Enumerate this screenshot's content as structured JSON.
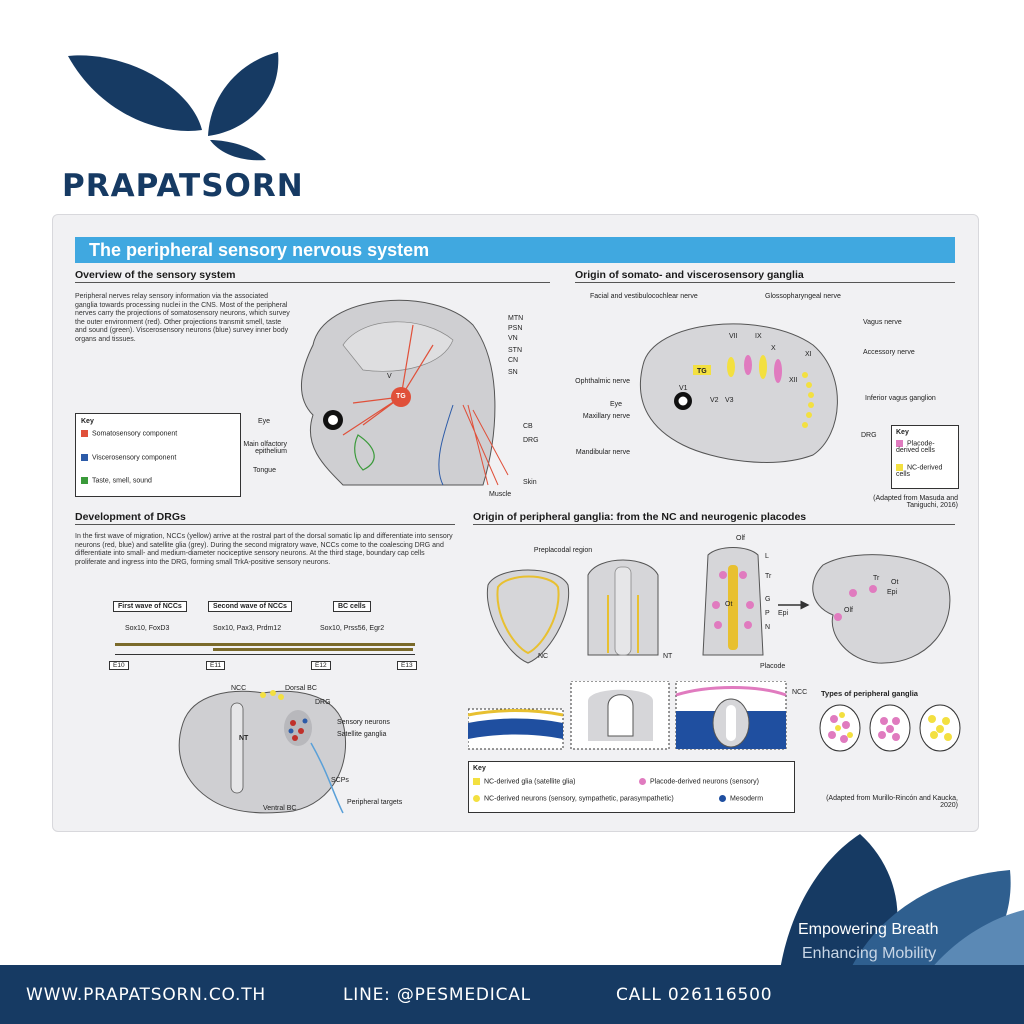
{
  "brand": {
    "name": "PRAPATSORN",
    "colors": {
      "navy": "#163a63",
      "mid": "#2f5f8f",
      "light": "#5b89b5"
    }
  },
  "poster": {
    "title": "The peripheral sensory nervous system",
    "overview": {
      "title": "Overview of the sensory system",
      "text": "Peripheral nerves relay sensory information via the associated ganglia towards processing nuclei in the CNS. Most of the peripheral nerves carry the projections of somatosensory neurons, which survey the outer environment (red). Other projections transmit smell, taste and sound (green). Viscerosensory neurons (blue) survey inner body organs and tissues.",
      "key_title": "Key",
      "key_items": [
        {
          "label": "Somatosensory component",
          "color": "#e0503a"
        },
        {
          "label": "Viscerosensory component",
          "color": "#2c5ba8"
        },
        {
          "label": "Taste, smell, sound",
          "color": "#3a9a3a"
        }
      ],
      "labels": {
        "mtn": "MTN",
        "psn": "PSN",
        "vn": "VN",
        "stn": "STN",
        "cn": "CN",
        "sn": "SN",
        "cb": "CB",
        "drg": "DRG",
        "skin": "Skin",
        "muscle": "Muscle",
        "eye": "Eye",
        "olf": "Main olfactory epithelium",
        "tongue": "Tongue",
        "tg": "TG",
        "v": "V"
      }
    },
    "origin_somato": {
      "title": "Origin of somato- and viscerosensory ganglia",
      "labels": {
        "facial": "Facial and vestibulocochlear nerve",
        "glosso": "Glossopharyngeal nerve",
        "vagus": "Vagus nerve",
        "accessory": "Accessory nerve",
        "ophthalmic": "Ophthalmic nerve",
        "eye": "Eye",
        "maxillary": "Maxillary nerve",
        "mandibular": "Mandibular nerve",
        "inferior_vagus": "Inferior vagus ganglion",
        "drg": "DRG",
        "tg": "TG",
        "v1": "V1",
        "v2": "V2",
        "v3": "V3",
        "vii": "VII",
        "ix": "IX",
        "x": "X",
        "xi": "XI",
        "xii": "XII"
      },
      "key_title": "Key",
      "key_items": [
        {
          "label": "Placode-derived cells",
          "color": "#e07bbf"
        },
        {
          "label": "NC-derived cells",
          "color": "#f3e040"
        }
      ],
      "citation": "(Adapted from Masuda and Taniguchi, 2016)"
    },
    "drg_dev": {
      "title": "Development of DRGs",
      "text": "In the first wave of migration, NCCs (yellow) arrive at the rostral part of the dorsal somatic lip and differentiate into sensory neurons (red, blue) and satellite glia (grey). During the second migratory wave, NCCs come to the coalescing DRG and differentiate into small- and medium-diameter nociceptive sensory neurons. At the third stage, boundary cap cells proliferate and ingress into the DRG, forming small TrkA-positive sensory neurons.",
      "waves": [
        {
          "label": "First wave of NCCs",
          "genes": "Sox10, FoxD3"
        },
        {
          "label": "Second wave of NCCs",
          "genes": "Sox10, Pax3, Prdm12"
        },
        {
          "label": "BC cells",
          "genes": "Sox10, Prss56, Egr2"
        }
      ],
      "stages": [
        "E10",
        "E11",
        "E12",
        "E13"
      ],
      "labels": {
        "ncc": "NCC",
        "dorsal_bc": "Dorsal BC",
        "drg": "DRG",
        "sensory": "Sensory neurons",
        "satellite": "Satellite ganglia",
        "nt": "NT",
        "scps": "SCPs",
        "targets": "Peripheral targets",
        "ventral_bc": "Ventral BC"
      }
    },
    "origin_peripheral": {
      "title": "Origin of peripheral ganglia: from the NC and neurogenic placodes",
      "labels": {
        "preplacodal": "Preplacodal region",
        "nc": "NC",
        "nt": "NT",
        "placode": "Placode",
        "ncc": "NCC",
        "olf": "Olf",
        "l": "L",
        "tr": "Tr",
        "g": "G",
        "p": "P",
        "n": "N",
        "epi": "Epi",
        "ot": "Ot",
        "tr2": "Tr",
        "ot2": "Ot",
        "epi2": "Epi",
        "olf2": "Olf",
        "types": "Types of peripheral ganglia"
      },
      "key_title": "Key",
      "key_items": [
        {
          "label": "NC-derived glia (satellite glia)",
          "color": "#f3e040"
        },
        {
          "label": "Placode-derived neurons (sensory)",
          "color": "#e07bbf"
        },
        {
          "label": "NC-derived neurons (sensory, sympathetic, parasympathetic)",
          "color": "#f3e040"
        },
        {
          "label": "Mesoderm",
          "color": "#1f4fa0"
        }
      ],
      "citation": "(Adapted from Murillo-Rincón and Kaucka, 2020)"
    }
  },
  "tagline": {
    "line1": "Empowering Breath",
    "line2": "Enhancing Mobility"
  },
  "footer": {
    "website": "WWW.PRAPATSORN.CO.TH",
    "line": "LINE: @PESMEDICAL",
    "call": "CALL 026116500"
  }
}
